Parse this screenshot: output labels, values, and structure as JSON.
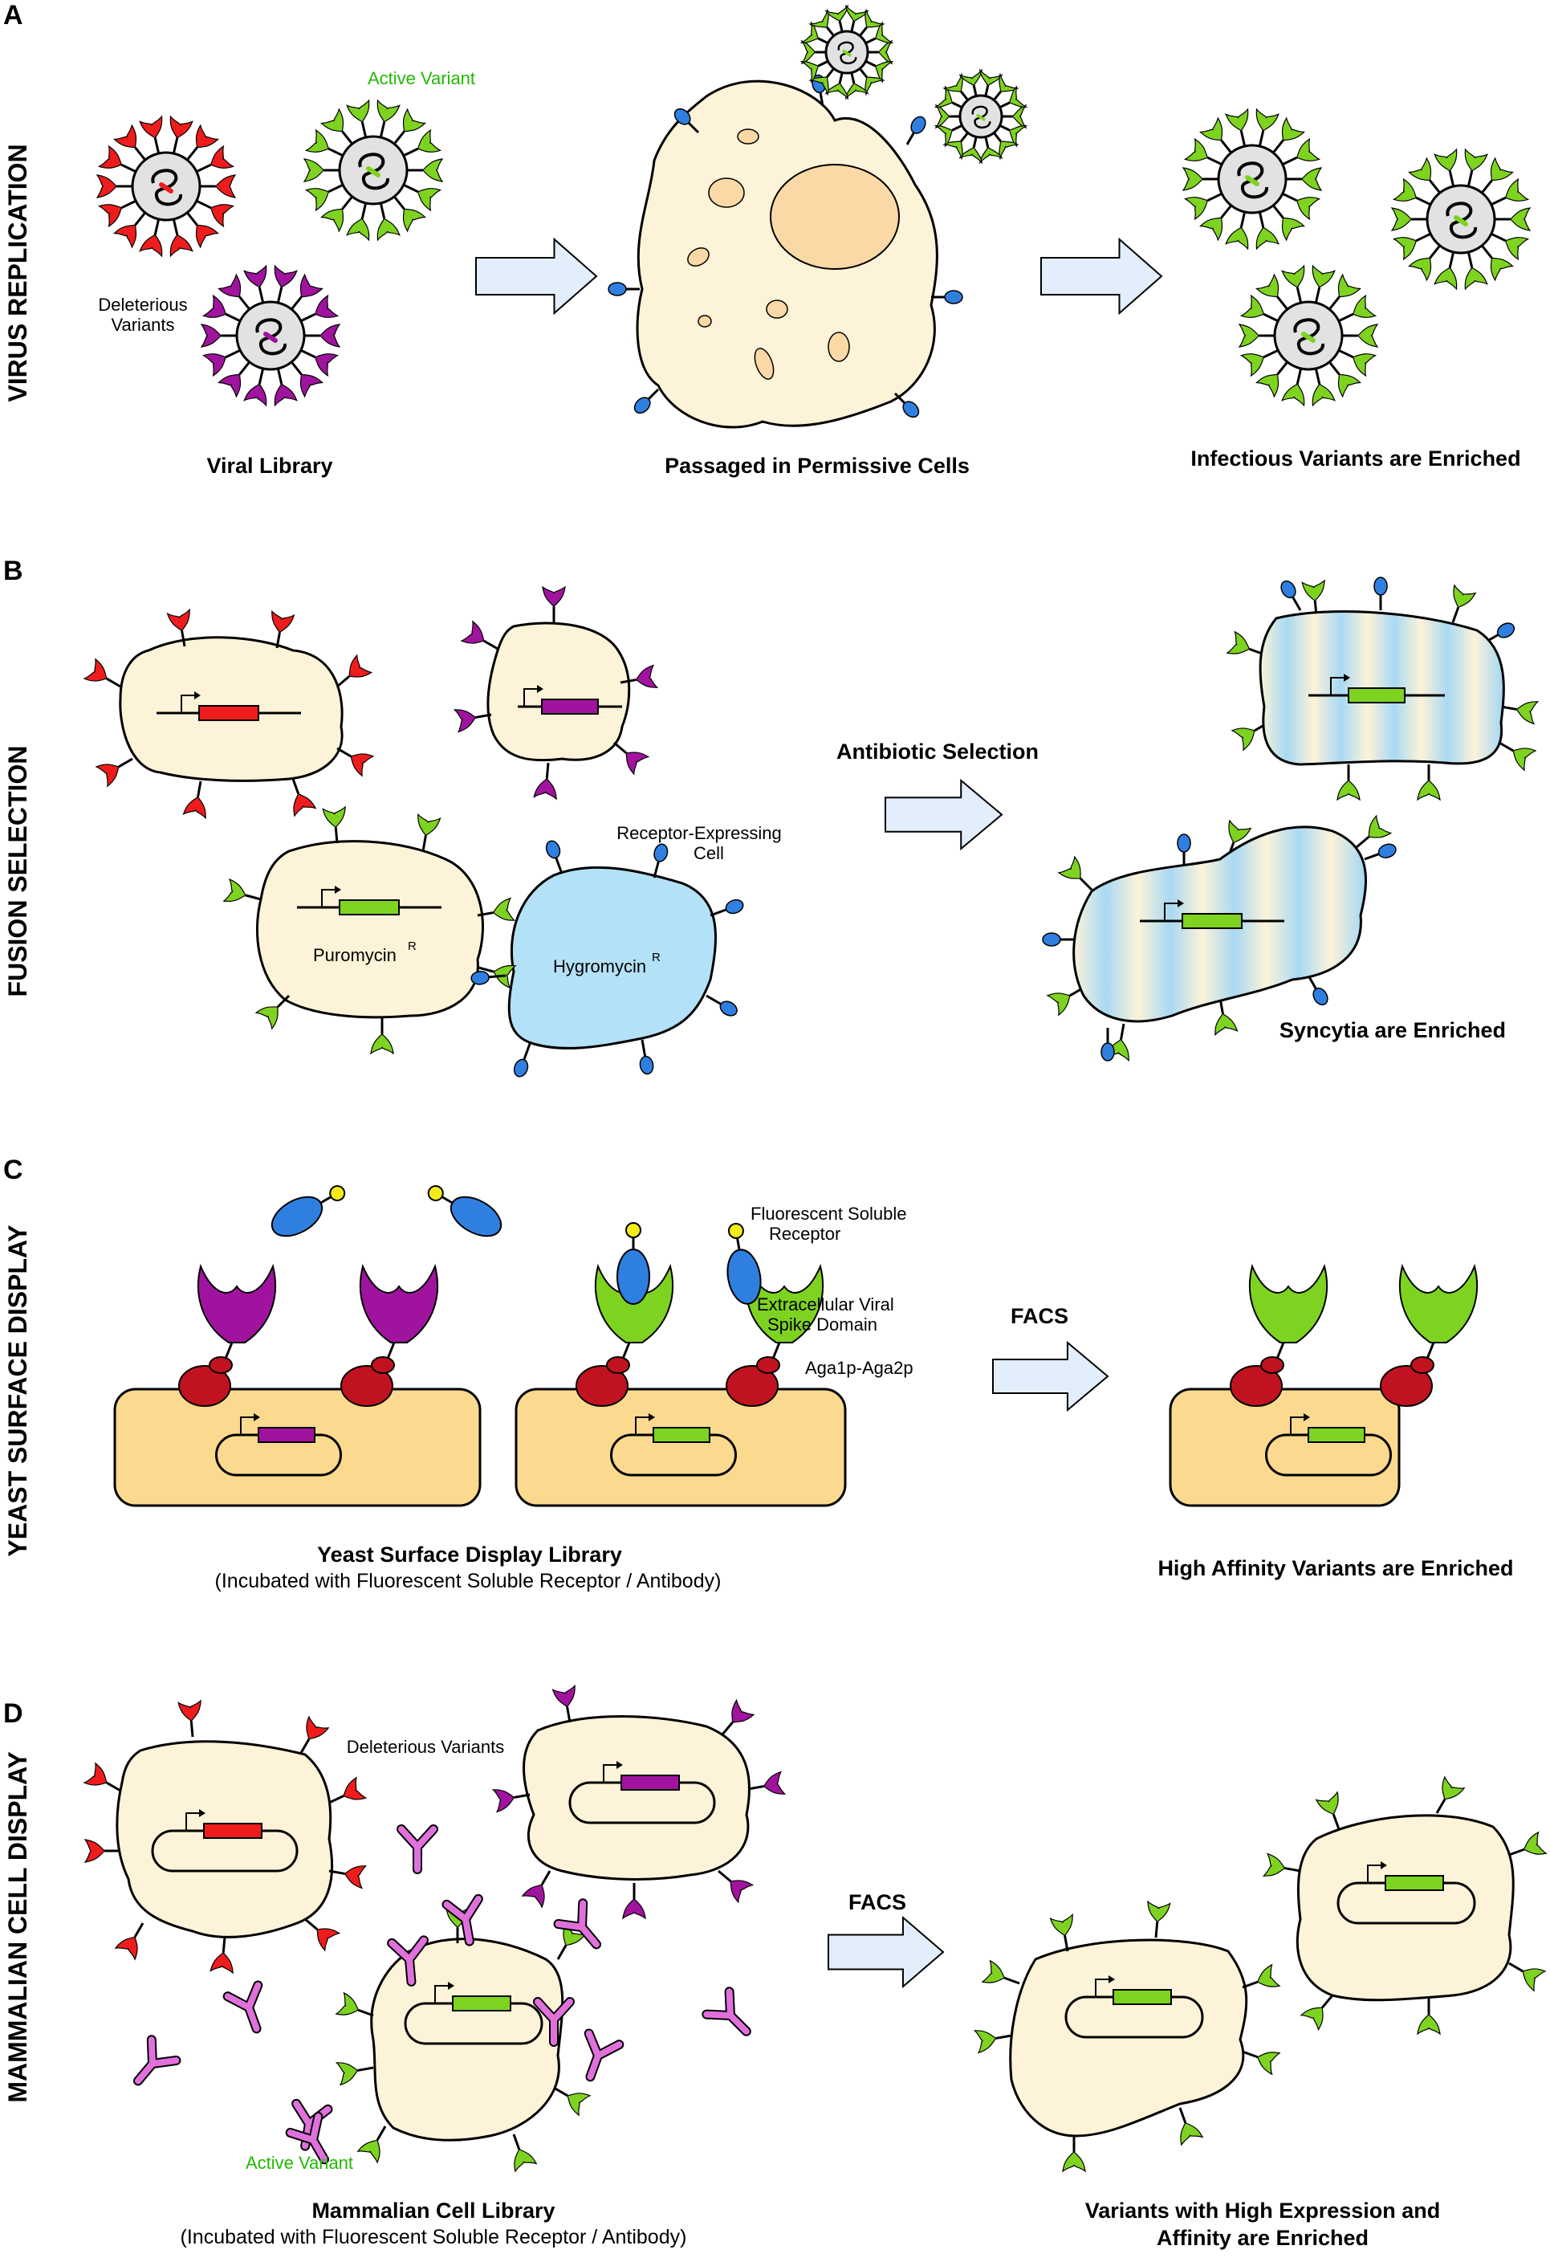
{
  "colors": {
    "red": "#ee1c1c",
    "magenta": "#a0139e",
    "green": "#7ed321",
    "blue": "#2f7fe0",
    "yellow": "#f5ea1a",
    "cell": "#fdf3d8",
    "yeast": "#fbd98e",
    "receptor_cell": "#b3e1f7",
    "virion": "#e2e2e2",
    "anchor": "#c1131f",
    "antibody": "#e070dc",
    "arrow": "#e3eefc",
    "label_green": "#22b800"
  },
  "panels": [
    {
      "letter": "A",
      "title": "VIRUS REPLICATION",
      "labels": {
        "active_variant": "Active Variant",
        "deleterious_variants": [
          "Deleterious",
          "Variants"
        ]
      },
      "captions": [
        "Viral Library",
        "Passaged in Permissive Cells",
        "Infectious Variants are Enriched"
      ]
    },
    {
      "letter": "B",
      "title": "FUSION SELECTION",
      "labels": {
        "receptor_expressing_cell": [
          "Receptor-Expressing",
          "Cell"
        ],
        "puromycin": "Puromycin",
        "hygromycin": "Hygromycin",
        "resistance_superscript": "R"
      },
      "captions": [
        "Antibiotic Selection",
        "Syncytia are Enriched"
      ]
    },
    {
      "letter": "C",
      "title": "YEAST SURFACE DISPLAY",
      "labels": {
        "fluorescent_soluble_receptor": [
          "Fluorescent Soluble",
          "Receptor"
        ],
        "extracellular_viral_spike_domain": [
          "Extracellular Viral",
          "Spike Domain"
        ],
        "aga": "Aga1p-Aga2p"
      },
      "arrow_label": "FACS",
      "captions": [
        "Yeast Surface Display Library",
        "(Incubated with Fluorescent Soluble Receptor / Antibody)",
        "High Affinity Variants are Enriched"
      ]
    },
    {
      "letter": "D",
      "title": "MAMMALIAN CELL DISPLAY",
      "labels": {
        "deleterious_variants": "Deleterious Variants",
        "active_variant": "Active Variant"
      },
      "arrow_label": "FACS",
      "captions": [
        "Mammalian Cell Library",
        "(Incubated with Fluorescent Soluble Receptor / Antibody)",
        [
          "Variants with High Expression and",
          "Affinity are Enriched"
        ]
      ]
    }
  ]
}
